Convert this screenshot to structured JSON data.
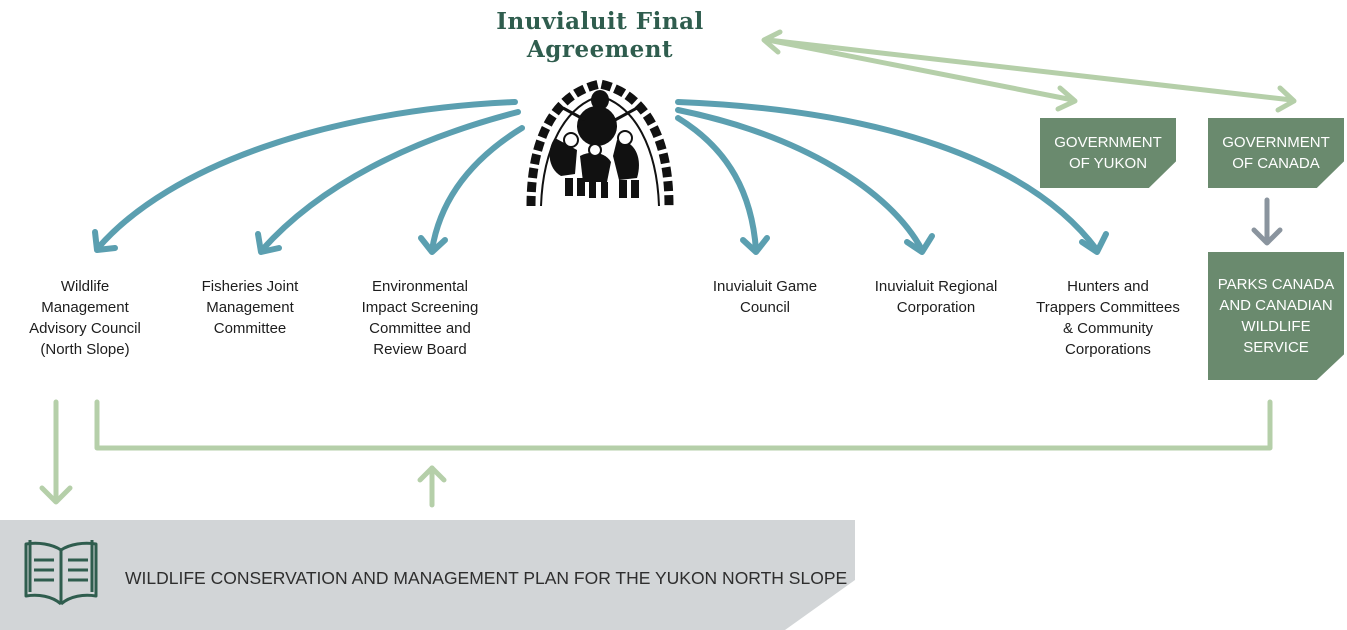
{
  "title": {
    "line1": "Inuvialuit Final",
    "line2": "Agreement"
  },
  "organizations": {
    "wmac": [
      "Wildlife",
      "Management",
      "Advisory Council",
      "(North Slope)"
    ],
    "fjmc": [
      "Fisheries Joint",
      "Management",
      "Committee"
    ],
    "eisc": [
      "Environmental",
      "Impact Screening",
      "Committee and",
      "Review Board"
    ],
    "igc": [
      "Inuvialuit  Game",
      "Council"
    ],
    "irc": [
      "Inuvialuit  Regional",
      "Corporation"
    ],
    "htc": [
      "Hunters and",
      "Trappers Committees",
      "& Community",
      "Corporations"
    ]
  },
  "government_boxes": {
    "yukon": [
      "GOVERNMENT",
      "OF YUKON"
    ],
    "canada": [
      "GOVERNMENT",
      "OF CANADA"
    ],
    "parks": [
      "PARKS CANADA",
      "AND CANADIAN",
      "WILDLIFE",
      "SERVICE"
    ]
  },
  "plan": {
    "label": "WILDLIFE CONSERVATION AND MANAGEMENT PLAN FOR THE YUKON NORTH SLOPE"
  },
  "colors": {
    "blue_arrow": "#5b9fb0",
    "green_arrow": "#b5cfa9",
    "box_green": "#6a8a6e",
    "gray_arrow": "#8a949e",
    "title_green": "#2f5d4e",
    "plan_bg": "#d2d5d7"
  }
}
